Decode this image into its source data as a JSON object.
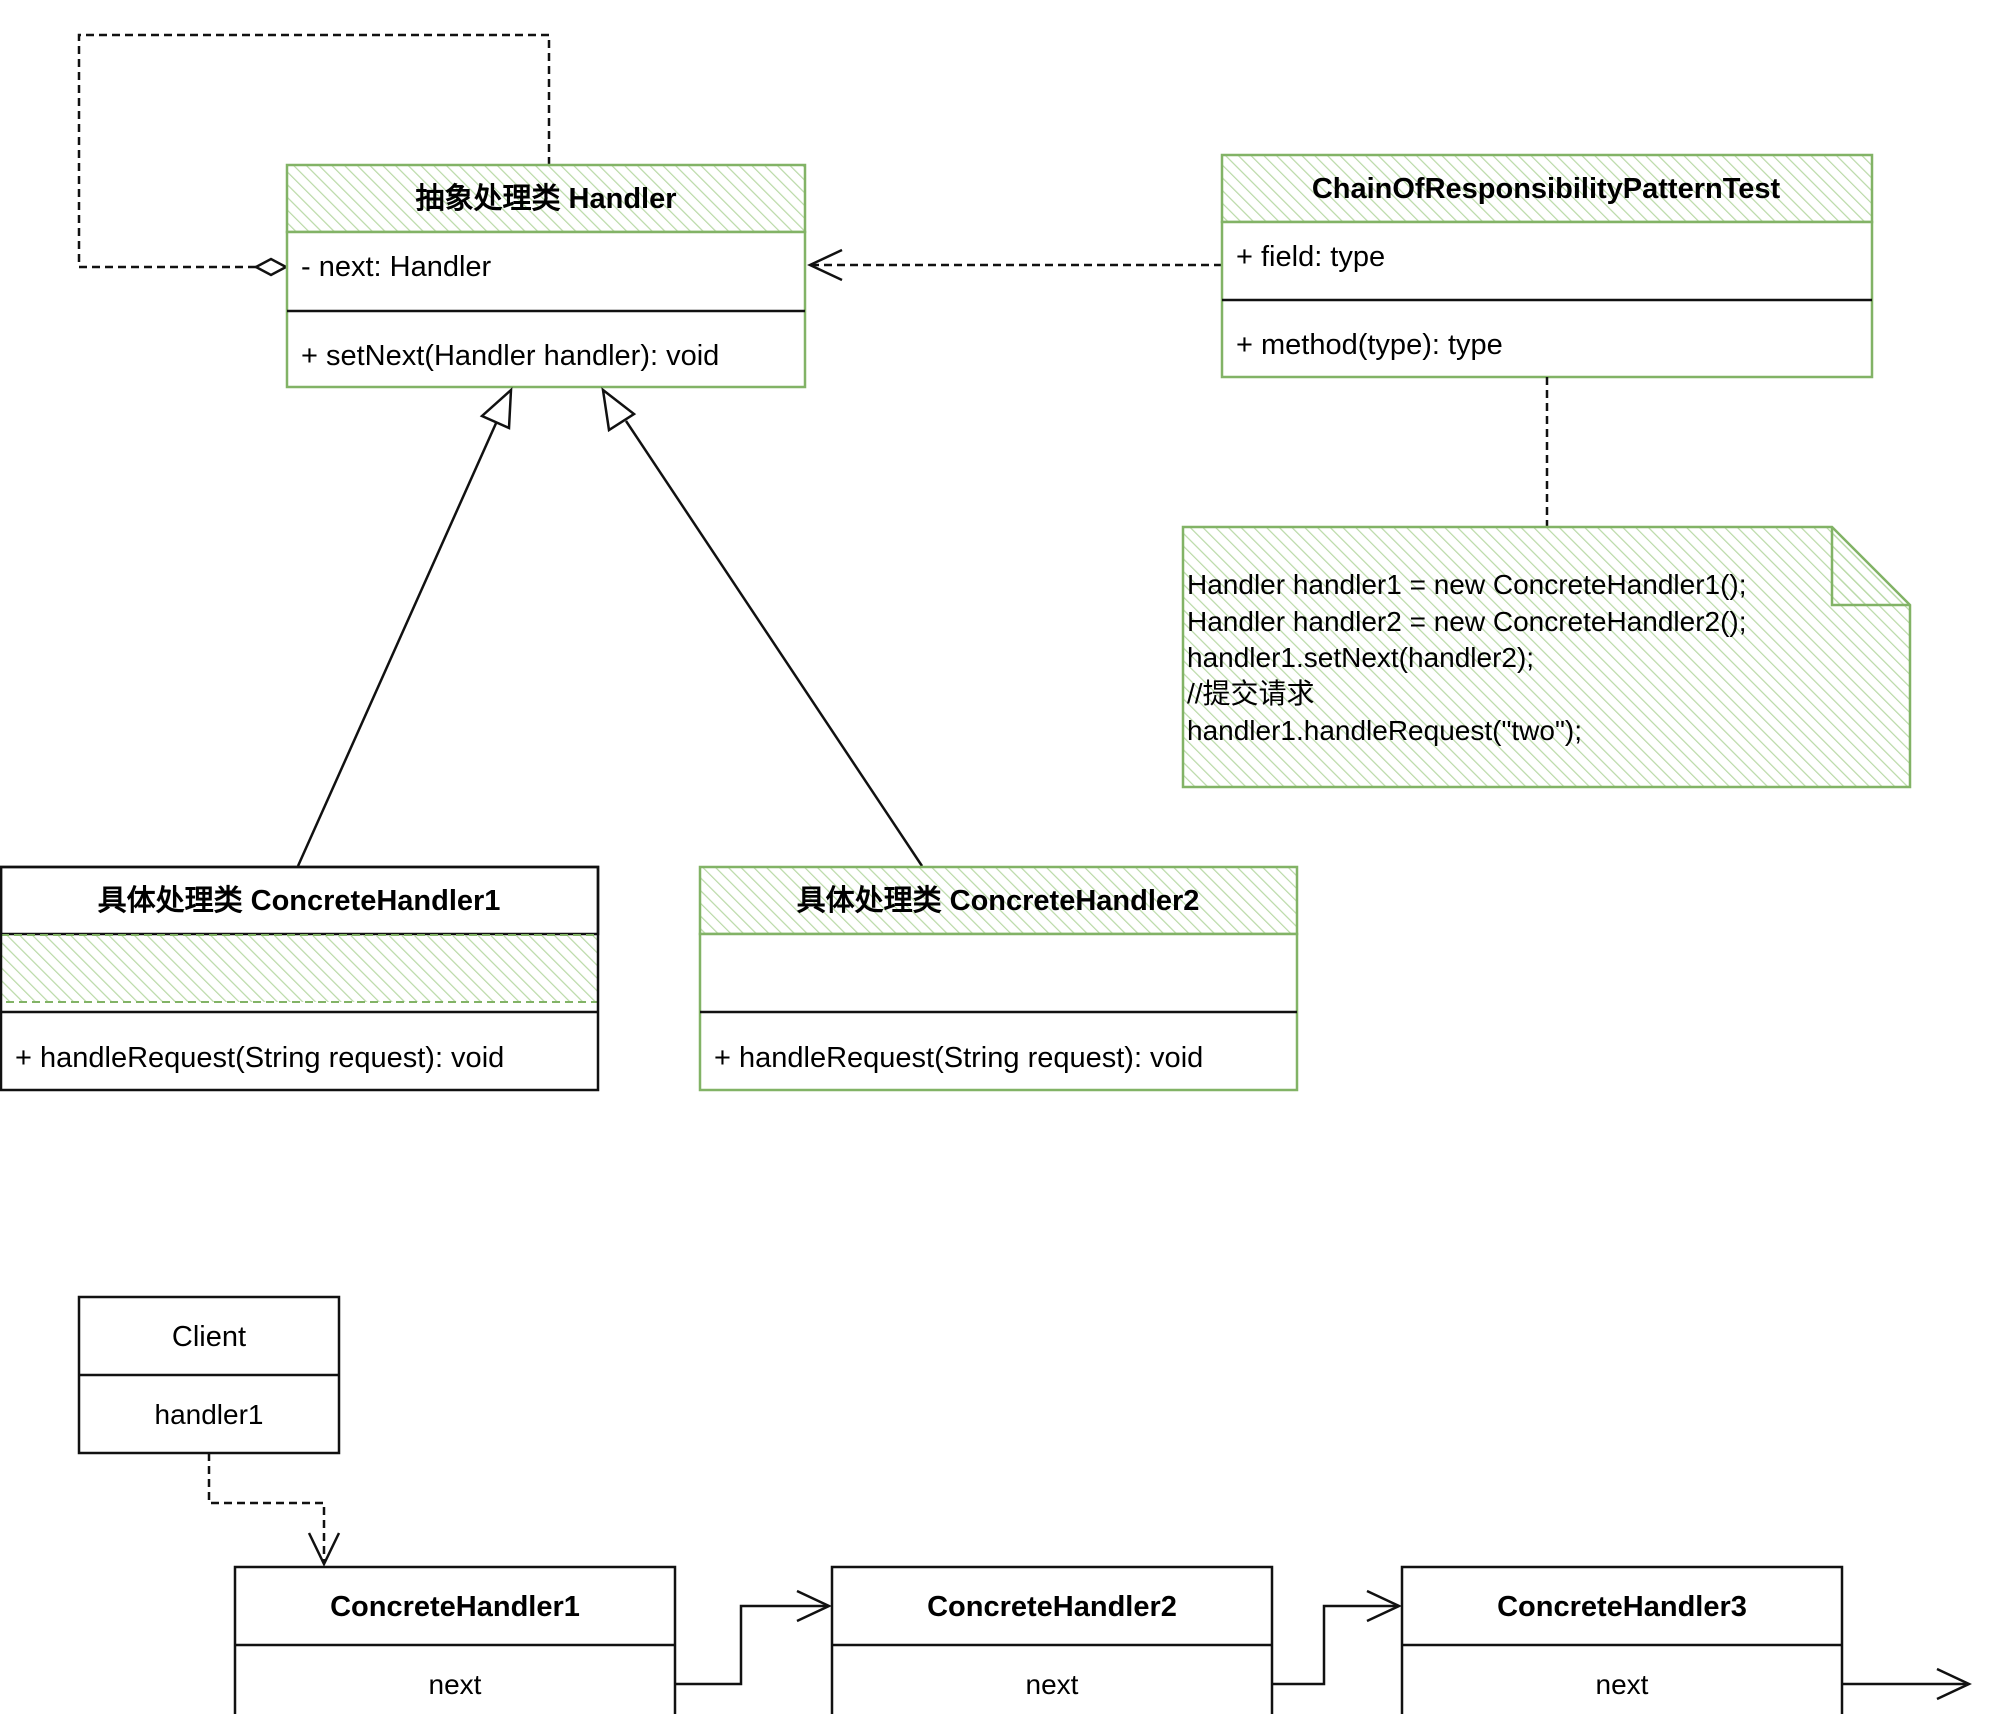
{
  "colors": {
    "green": "#82b366",
    "hatch": "#b9d9a6",
    "line": "#111111"
  },
  "uml": {
    "handler": {
      "title": "抽象处理类 Handler",
      "field": "- next: Handler",
      "method": "+ setNext(Handler handler): void"
    },
    "test": {
      "title": "ChainOfResponsibilityPatternTest",
      "field": "+ field: type",
      "method": "+ method(type): type"
    },
    "note": {
      "lines": [
        "Handler handler1 = new ConcreteHandler1();",
        "Handler handler2 = new ConcreteHandler2();",
        "handler1.setNext(handler2);",
        "//提交请求",
        "handler1.handleRequest(\"two\");"
      ]
    },
    "concrete1": {
      "title": "具体处理类 ConcreteHandler1",
      "method": "+ handleRequest(String request): void"
    },
    "concrete2": {
      "title": "具体处理类 ConcreteHandler2",
      "method": "+ handleRequest(String request): void"
    }
  },
  "chain": {
    "client": {
      "title": "Client",
      "field": "handler1"
    },
    "nodes": [
      {
        "title": "ConcreteHandler1",
        "field": "next"
      },
      {
        "title": "ConcreteHandler2",
        "field": "next"
      },
      {
        "title": "ConcreteHandler3",
        "field": "next"
      }
    ]
  }
}
